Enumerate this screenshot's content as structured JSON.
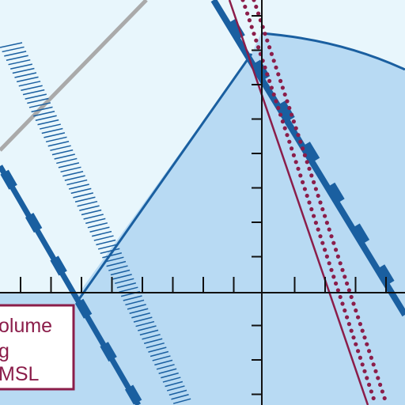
{
  "colors": {
    "background": "#e8f6fc",
    "airspace_fill": "#b8daf3",
    "boundary_blue": "#1a5fa0",
    "restricted_maroon": "#8b1d4a",
    "road_gray": "#aaaaaa",
    "grid_black": "#111111"
  },
  "label": {
    "line1": "olume",
    "line2": "g",
    "line3": "MSL"
  }
}
